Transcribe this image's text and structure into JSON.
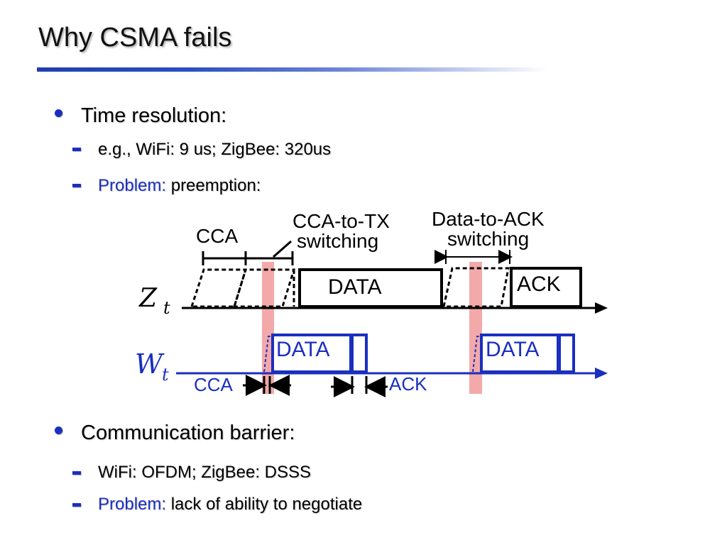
{
  "title": "Why CSMA fails",
  "colors": {
    "accent_blue": "#1a2fc0",
    "overlay_red": "#f2a0a0",
    "title_rule": "#1f3fae"
  },
  "sections": [
    {
      "heading": "Time resolution:",
      "items": [
        {
          "text": "e.g., WiFi: 9 us;  ZigBee: 320us"
        },
        {
          "prefix": "Problem:",
          "text": " preemption:"
        }
      ]
    },
    {
      "heading": "Communication barrier:",
      "items": [
        {
          "text": "WiFi: OFDM;  ZigBee: DSSS"
        },
        {
          "prefix": "Problem:",
          "text": " lack of ability to negotiate"
        }
      ]
    }
  ],
  "diagram": {
    "labels": {
      "cca_top": "CCA",
      "cca_to_tx_line1": "CCA-to-TX",
      "cca_to_tx_line2": "switching",
      "data_to_ack_line1": "Data-to-ACK",
      "data_to_ack_line2": "switching",
      "z_data": "DATA",
      "z_ack": "ACK",
      "w_data_1": "DATA",
      "w_data_2": "DATA",
      "w_cca": "CCA",
      "w_ack": "ACK"
    },
    "rows": {
      "z": {
        "symbol": "Z",
        "subscript": "t"
      },
      "w": {
        "symbol": "W",
        "subscript": "t"
      }
    }
  }
}
